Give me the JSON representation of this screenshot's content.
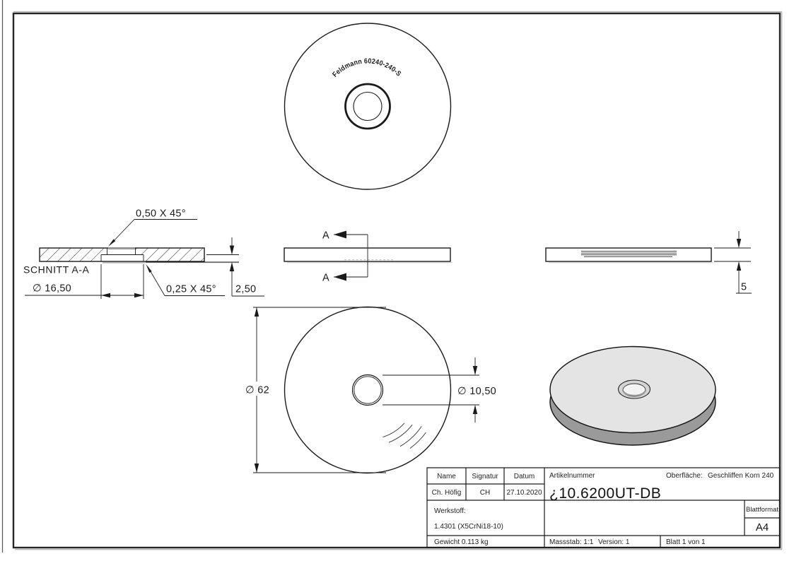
{
  "colors": {
    "background": "#ffffff",
    "line": "#1a1a1a",
    "shadow_line": "#b4b4b4",
    "iso_top_fill": "#e4e4e4",
    "iso_side_fill": "#9a9a9a",
    "iso_chamfer_fill": "#d4d4d4"
  },
  "views": {
    "top_view": {
      "marking": "Feldmann 60240-240-S"
    },
    "section_view": {
      "title": "SCHNITT A-A",
      "chamfer_top": "0,50 X 45°",
      "chamfer_bottom": "0,25 X 45°",
      "counterbore_diameter": "∅ 16,50",
      "counterbore_depth": "2,50"
    },
    "side_view": {
      "section_mark_top": "A",
      "section_mark_bottom": "A"
    },
    "right_view": {
      "thickness": "5"
    },
    "front_view": {
      "outer_diameter": "∅ 62",
      "hole_diameter": "∅ 10,50"
    }
  },
  "title_block": {
    "name_header": "Name",
    "signature_header": "Signatur",
    "date_header": "Datum",
    "article_header": "Artikelnummer",
    "surface_label": "Oberfläche:",
    "surface_value": "Geschliffen Korn 240",
    "name_value": "Ch. Höfig",
    "signature_value": "CH",
    "date_value": "27.10.2020",
    "article_value": "¿10.6200UT-DB",
    "material_label": "Werkstoff:",
    "material_value": "1.4301 (X5CrNi18-10)",
    "format_label": "Blattformat",
    "format_value": "A4",
    "weight": "Gewicht 0.113 kg",
    "scale": "Massstab: 1:1",
    "version": "Version: 1",
    "sheet": "Blatt 1 von 1"
  }
}
